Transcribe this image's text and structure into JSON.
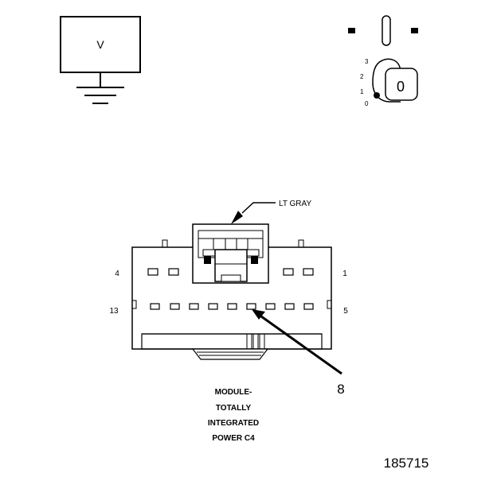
{
  "voltmeter": {
    "label": "V"
  },
  "ignition_key": {
    "positions": [
      "3",
      "2",
      "1",
      "0"
    ],
    "key_symbol": "0"
  },
  "connector": {
    "color_label": "LT GRAY",
    "pin_labels": {
      "top_left": "4",
      "top_right": "1",
      "bottom_left": "13",
      "bottom_right": "5"
    },
    "callout_pin": "8",
    "name_lines": [
      "MODULE-",
      "TOTALLY",
      "INTEGRATED",
      "POWER C4"
    ]
  },
  "figure_number": "185715"
}
